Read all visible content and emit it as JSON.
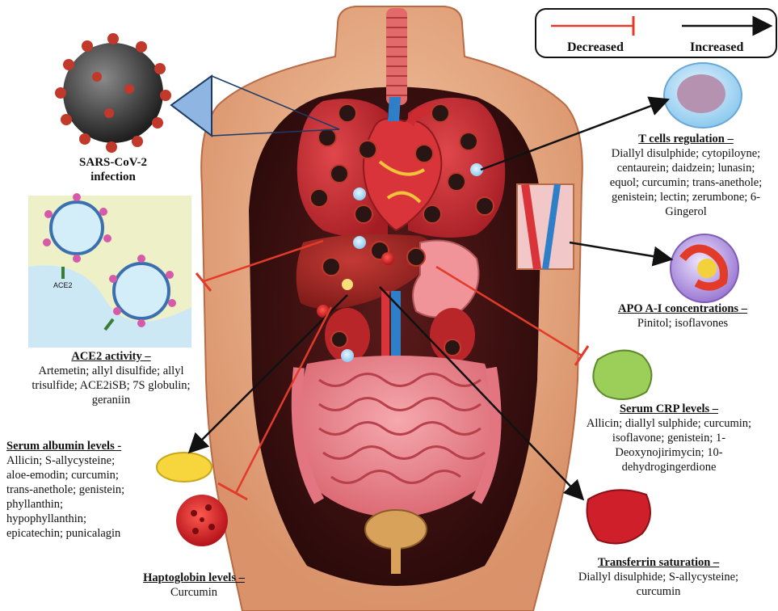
{
  "legend": {
    "decreased": "Decreased",
    "increased": "Increased",
    "decreased_color": "#e23b2a",
    "increased_color": "#111111"
  },
  "virus_caption": {
    "line1": "SARS-CoV-2",
    "line2": "infection"
  },
  "ace2_inset_label": "ACE2",
  "annotations": {
    "t_cells": {
      "title": "T cells regulation –",
      "lines": [
        "Diallyl disulphide; cytopiloyne;",
        "centaurein; daidzein; lunasin;",
        "equol; curcumin; trans-anethole;",
        "genistein; lectin; zerumbone; 6-",
        "Gingerol"
      ],
      "effect": "increased"
    },
    "apo": {
      "title": "APO A-I concentrations –",
      "lines": [
        "Pinitol; isoflavones"
      ],
      "effect": "increased"
    },
    "ace2": {
      "title": "ACE2 activity –",
      "lines": [
        "Artemetin; allyl disulfide; allyl",
        "trisulfide; ACE2iSB; 7S globulin;",
        "geraniin"
      ],
      "effect": "decreased"
    },
    "crp": {
      "title": "Serum CRP levels –",
      "lines": [
        "Allicin; diallyl sulphide;  curcumin;",
        "isoflavone; genistein; 1-",
        "Deoxynojirimycin; 10-",
        "dehydrogingerdione"
      ],
      "effect": "decreased"
    },
    "albumin": {
      "title": "Serum albumin levels -",
      "lines": [
        "Allicin; S-allycysteine;",
        "aloe-emodin; curcumin;",
        "trans-anethole; genistein;",
        "phyllanthin;",
        "hypophyllanthin;",
        "epicatechin; punicalagin"
      ],
      "effect": "increased"
    },
    "haptoglobin": {
      "title": "Haptoglobin levels –",
      "lines": [
        "Curcumin"
      ],
      "effect": "decreased"
    },
    "transferrin": {
      "title": "Transferrin saturation –",
      "lines": [
        "Diallyl disulphide; S-allycysteine;",
        "curcumin"
      ],
      "effect": "increased"
    }
  }
}
